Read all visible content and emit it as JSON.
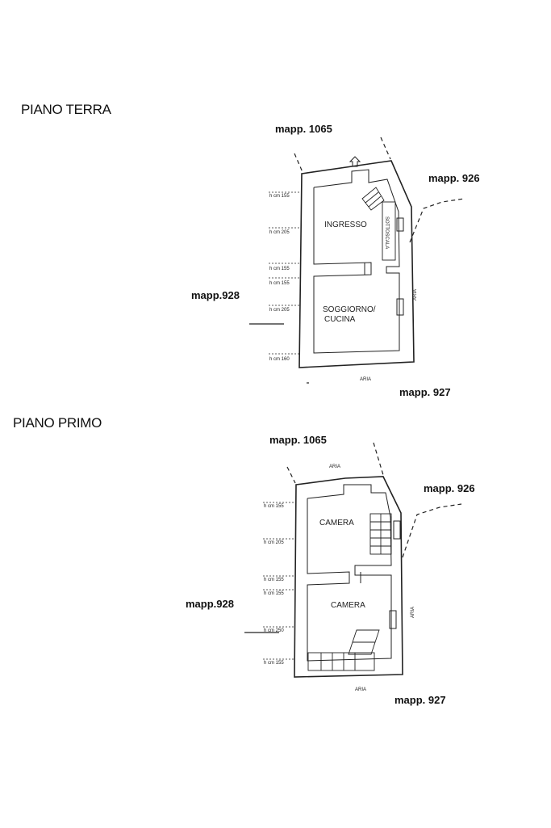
{
  "floors": [
    {
      "title": "PIANO TERRA",
      "neighbors": {
        "north": "mapp. 1065",
        "east": "mapp. 926",
        "west": "mapp.928",
        "south": "mapp. 927"
      },
      "rooms": [
        "INGRESSO",
        "SOGGIORNO/",
        "CUCINA"
      ],
      "side_label_stair": "SOTTOSCALA",
      "side_label_right": "ARIA",
      "bottom_label": "ARIA",
      "heights": [
        "h cm 155",
        "h cm 205",
        "h cm 155",
        "h cm 155",
        "h cm 205",
        "h cm 160"
      ]
    },
    {
      "title": "PIANO PRIMO",
      "neighbors": {
        "north": "mapp. 1065",
        "east": "mapp. 926",
        "west": "mapp.928",
        "south": "mapp. 927"
      },
      "rooms": [
        "CAMERA",
        "CAMERA"
      ],
      "top_label": "ARIA",
      "side_label_right": "ARIA",
      "bottom_label": "ARIA",
      "heights": [
        "h cm 155",
        "h cm 205",
        "h cm 155",
        "h cm 155",
        "h cm 250",
        "h cm 155"
      ]
    }
  ]
}
